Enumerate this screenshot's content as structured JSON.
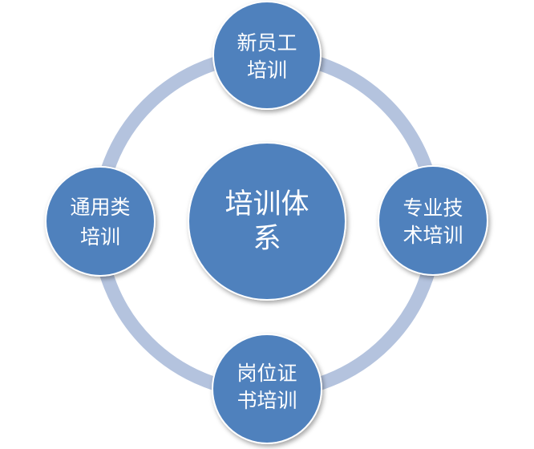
{
  "diagram": {
    "center": {
      "lines": [
        "培训体",
        "系"
      ]
    },
    "nodes": [
      {
        "lines": [
          "新员工",
          "培训"
        ]
      },
      {
        "lines": [
          "专业技",
          "术培训"
        ]
      },
      {
        "lines": [
          "岗位证",
          "书培训"
        ]
      },
      {
        "lines": [
          "通用类",
          "培训"
        ]
      }
    ],
    "colors": {
      "ring": "#b4c3de",
      "node_fill": "#4f81bd",
      "node_stroke": "#ffffff",
      "text": "#ffffff"
    }
  }
}
